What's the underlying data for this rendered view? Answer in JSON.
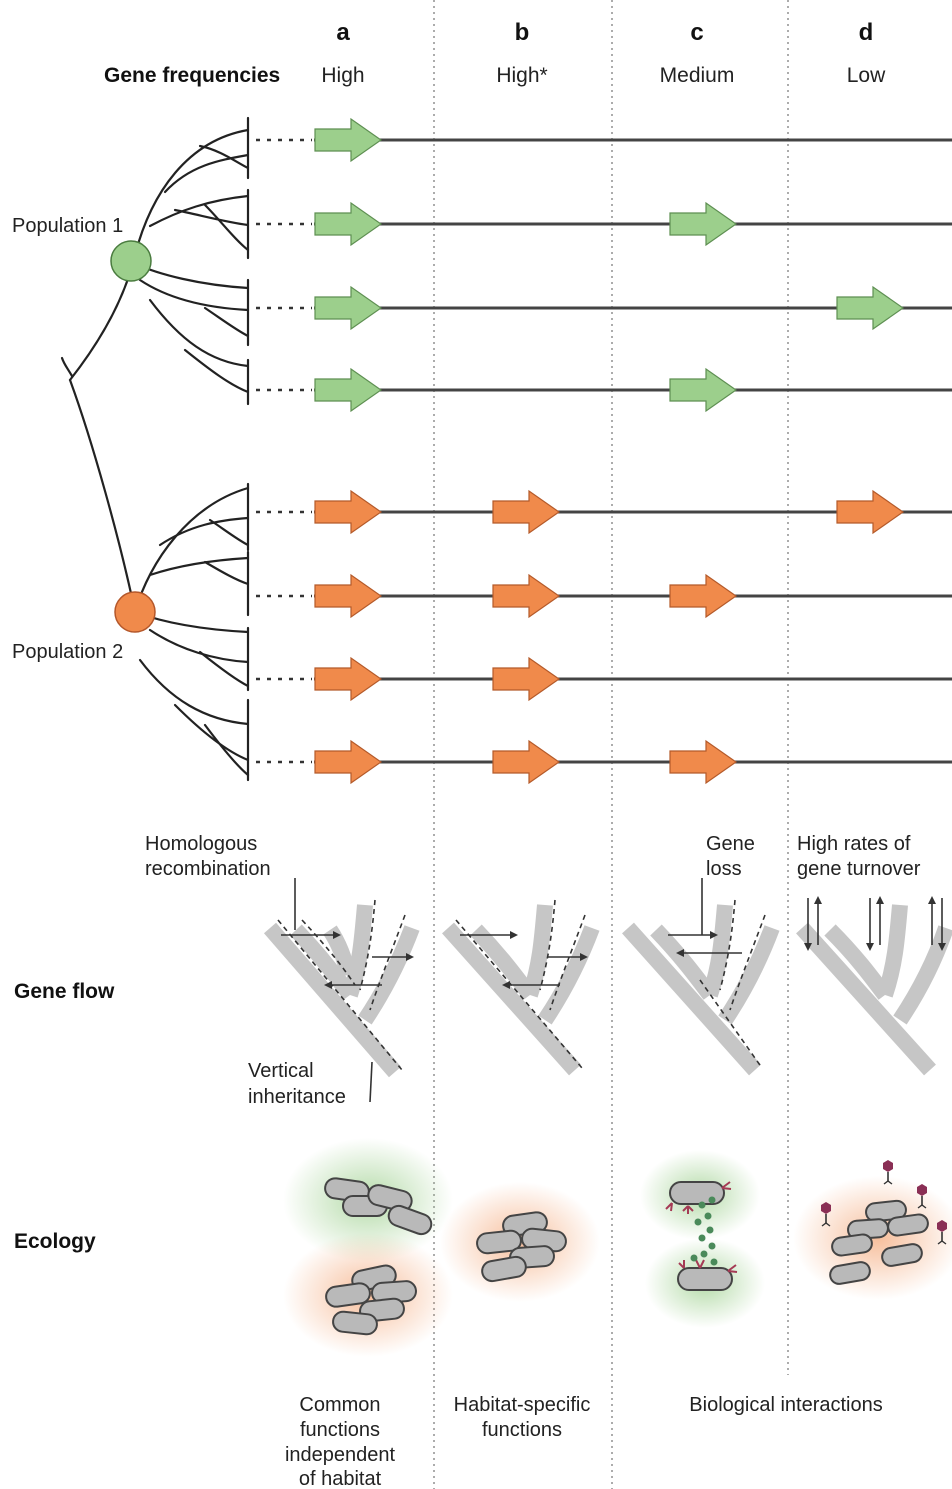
{
  "columns": [
    {
      "letter": "a",
      "frequency": "High"
    },
    {
      "letter": "b",
      "frequency": "High*"
    },
    {
      "letter": "c",
      "frequency": "Medium"
    },
    {
      "letter": "d",
      "frequency": "Low"
    }
  ],
  "rows": {
    "gene_frequencies": "Gene frequencies",
    "gene_flow": "Gene flow",
    "ecology": "Ecology"
  },
  "populations": [
    {
      "label": "Population 1",
      "color": "#9ccf8c"
    },
    {
      "label": "Population 2",
      "color": "#f08a4b"
    }
  ],
  "gene_presence": [
    {
      "population": 1,
      "columns": [
        "a"
      ]
    },
    {
      "population": 1,
      "columns": [
        "a",
        "c"
      ]
    },
    {
      "population": 1,
      "columns": [
        "a",
        "d"
      ]
    },
    {
      "population": 1,
      "columns": [
        "a",
        "c"
      ]
    },
    {
      "population": 2,
      "columns": [
        "a",
        "b",
        "d"
      ]
    },
    {
      "population": 2,
      "columns": [
        "a",
        "b",
        "c"
      ]
    },
    {
      "population": 2,
      "columns": [
        "a",
        "b"
      ]
    },
    {
      "population": 2,
      "columns": [
        "a",
        "b",
        "c"
      ]
    }
  ],
  "gene_flow_labels": {
    "homologous": [
      "Homologous",
      "recombination"
    ],
    "vertical": [
      "Vertical",
      "inheritance"
    ],
    "gene_loss": [
      "Gene",
      "loss"
    ],
    "turnover": [
      "High rates of",
      "gene turnover"
    ]
  },
  "bottom_labels": {
    "common": [
      "Common",
      "functions",
      "independent",
      "of habitat"
    ],
    "habitat": [
      "Habitat-specific",
      "functions"
    ],
    "biological": "Biological interactions"
  },
  "colors": {
    "green_gene": "#9ccf8c",
    "orange_gene": "#f08a4b",
    "gene_flow_branch": "#c6c6c6",
    "cell_fill": "#b9b9b9"
  }
}
